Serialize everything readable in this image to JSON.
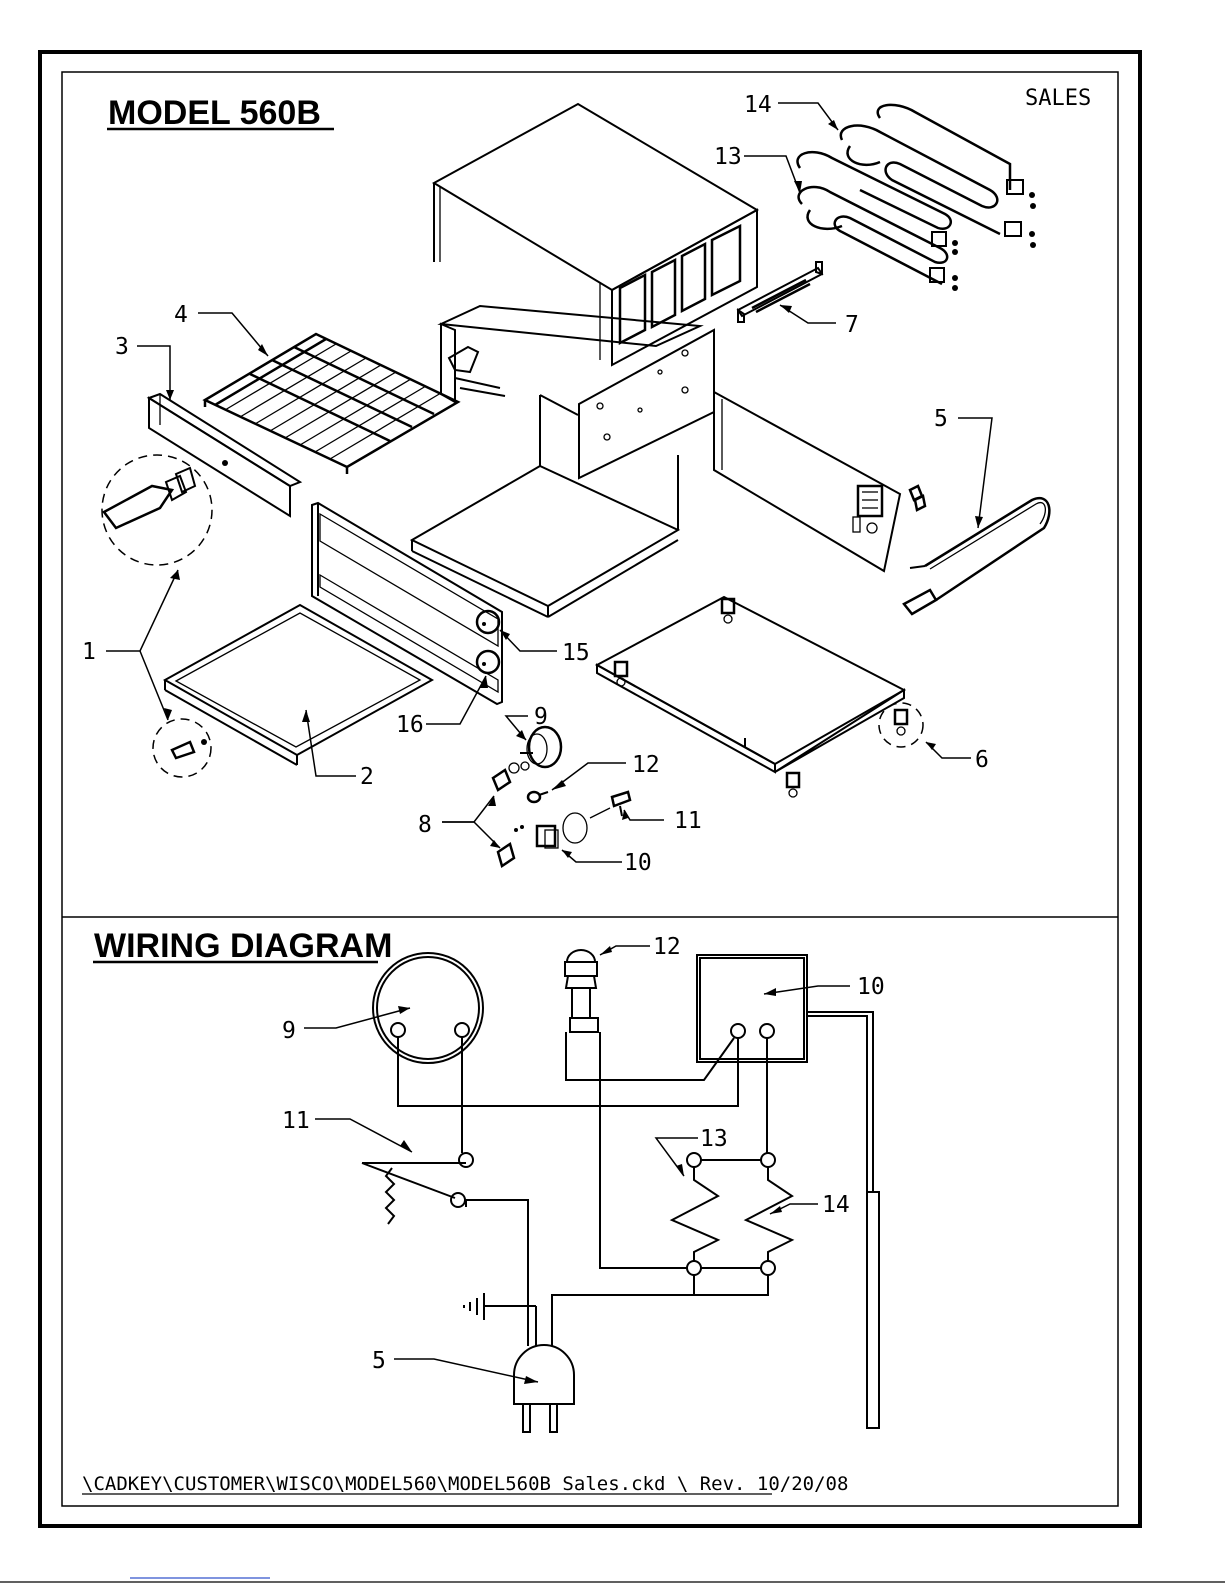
{
  "sections": {
    "model_title": "MODEL 560B",
    "sales_label": "SALES",
    "wiring_title": "WIRING DIAGRAM"
  },
  "callouts": {
    "c1": "1",
    "c2": "2",
    "c3": "3",
    "c4": "4",
    "c5": "5",
    "c6": "6",
    "c7": "7",
    "c8": "8",
    "c9": "9",
    "c10": "10",
    "c11": "11",
    "c12": "12",
    "c13": "13",
    "c14": "14",
    "c15": "15",
    "c16": "16"
  },
  "wiring_callouts": {
    "w5": "5",
    "w9": "9",
    "w10": "10",
    "w11": "11",
    "w12": "12",
    "w13": "13",
    "w14": "14"
  },
  "footer": {
    "path": "\\CADKEY\\CUSTOMER\\WISCO\\MODEL560\\MODEL560B Sales.ckd \\ Rev. 10/20/08"
  }
}
